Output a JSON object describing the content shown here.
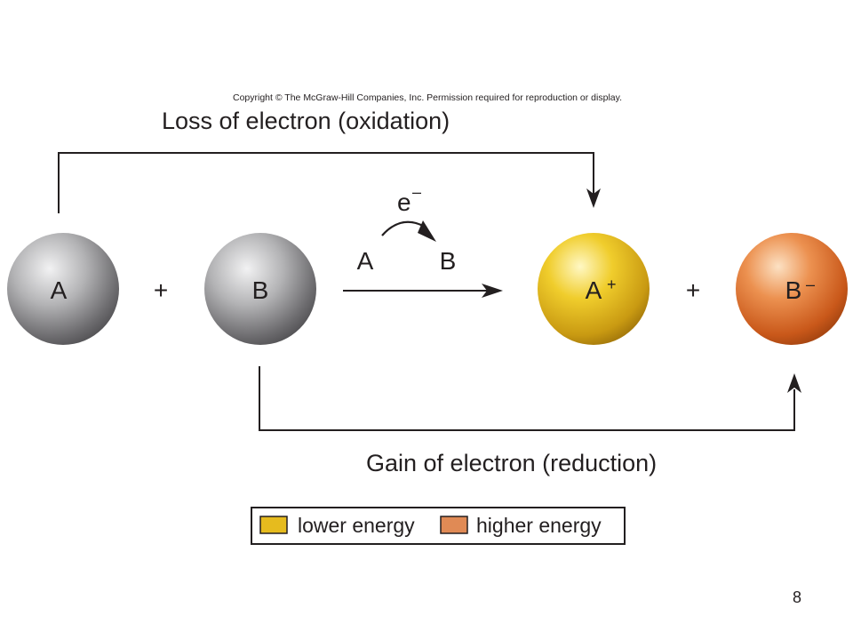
{
  "copyright": "Copyright © The McGraw-Hill Companies, Inc. Permission required for reproduction or display.",
  "top_label": "Loss of electron (oxidation)",
  "bottom_label": "Gain of electron (reduction)",
  "reactants": {
    "a_label": "A",
    "plus": "+",
    "b_label": "B"
  },
  "transfer": {
    "electron": "e",
    "electron_charge": "–",
    "from": "A",
    "to": "B"
  },
  "products": {
    "a_label": "A",
    "a_charge": "+",
    "plus": "+",
    "b_label": "B",
    "b_charge": "–"
  },
  "legend": {
    "lower_label": "lower energy",
    "higher_label": "higher energy",
    "lower_color": "#e6bb1e",
    "higher_color": "#e08a55"
  },
  "colors": {
    "reactant_sphere": "#8c8c8e",
    "product_a_sphere": "#e1b81a",
    "product_b_sphere": "#d9702c"
  },
  "page_number": "8"
}
